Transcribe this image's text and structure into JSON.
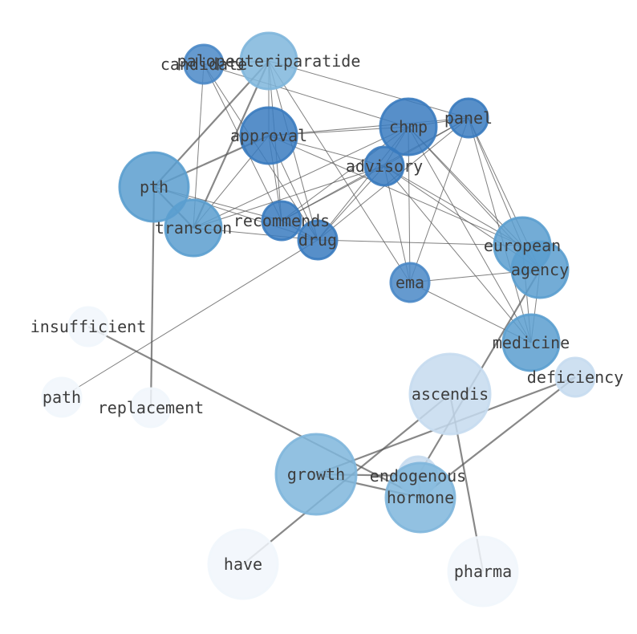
{
  "nodes": [
    {
      "id": "candidate",
      "label": "candidate",
      "color": "#4a88c7"
    },
    {
      "id": "palopegteriparatide",
      "label": "palopegteriparatide",
      "color": "#7fb6dc"
    },
    {
      "id": "panel",
      "label": "panel",
      "color": "#3a7bbf"
    },
    {
      "id": "chmp",
      "label": "chmp",
      "color": "#3a7bbf"
    },
    {
      "id": "approval",
      "label": "approval",
      "color": "#3a7bbf"
    },
    {
      "id": "advisory",
      "label": "advisory",
      "color": "#3a7bbf"
    },
    {
      "id": "pth",
      "label": "pth",
      "color": "#5b9ecf"
    },
    {
      "id": "recommends",
      "label": "recommends",
      "color": "#3a7bbf"
    },
    {
      "id": "transcon",
      "label": "transcon",
      "color": "#5b9ecf"
    },
    {
      "id": "drug",
      "label": "drug",
      "color": "#3a7bbf"
    },
    {
      "id": "european",
      "label": "european",
      "color": "#5b9ecf"
    },
    {
      "id": "agency",
      "label": "agency",
      "color": "#5b9ecf"
    },
    {
      "id": "ema",
      "label": "ema",
      "color": "#4a88c7"
    },
    {
      "id": "insufficient",
      "label": "insufficient",
      "color": "#f1f6fc"
    },
    {
      "id": "medicine",
      "label": "medicine",
      "color": "#5b9ecf"
    },
    {
      "id": "deficiency",
      "label": "deficiency",
      "color": "#c6dbef"
    },
    {
      "id": "path",
      "label": "path",
      "color": "#f1f6fc"
    },
    {
      "id": "ascendis",
      "label": "ascendis",
      "color": "#c6dbef"
    },
    {
      "id": "replacement",
      "label": "replacement",
      "color": "#f1f6fc"
    },
    {
      "id": "growth",
      "label": "growth",
      "color": "#7fb6dc"
    },
    {
      "id": "endogenous",
      "label": "endogenous",
      "color": "#c6dbef"
    },
    {
      "id": "hormone",
      "label": "hormone",
      "color": "#7fb6dc"
    },
    {
      "id": "have",
      "label": "have",
      "color": "#f1f6fc"
    },
    {
      "id": "pharma",
      "label": "pharma",
      "color": "#f1f6fc"
    }
  ],
  "edges": [
    [
      "candidate",
      "chmp"
    ],
    [
      "candidate",
      "recommends"
    ],
    [
      "candidate",
      "drug"
    ],
    [
      "candidate",
      "transcon"
    ],
    [
      "candidate",
      "palopegteriparatide"
    ],
    [
      "palopegteriparatide",
      "pth"
    ],
    [
      "palopegteriparatide",
      "transcon"
    ],
    [
      "palopegteriparatide",
      "panel"
    ],
    [
      "palopegteriparatide",
      "approval"
    ],
    [
      "palopegteriparatide",
      "recommends"
    ],
    [
      "palopegteriparatide",
      "drug"
    ],
    [
      "palopegteriparatide",
      "ema"
    ],
    [
      "approval",
      "chmp"
    ],
    [
      "approval",
      "panel"
    ],
    [
      "approval",
      "advisory"
    ],
    [
      "approval",
      "recommends"
    ],
    [
      "approval",
      "drug"
    ],
    [
      "approval",
      "pth"
    ],
    [
      "approval",
      "transcon"
    ],
    [
      "approval",
      "european"
    ],
    [
      "chmp",
      "advisory"
    ],
    [
      "chmp",
      "panel"
    ],
    [
      "chmp",
      "recommends"
    ],
    [
      "chmp",
      "drug"
    ],
    [
      "chmp",
      "european"
    ],
    [
      "chmp",
      "agency"
    ],
    [
      "chmp",
      "ema"
    ],
    [
      "chmp",
      "medicine"
    ],
    [
      "chmp",
      "transcon"
    ],
    [
      "panel",
      "advisory"
    ],
    [
      "panel",
      "recommends"
    ],
    [
      "panel",
      "drug"
    ],
    [
      "panel",
      "european"
    ],
    [
      "panel",
      "agency"
    ],
    [
      "panel",
      "medicine"
    ],
    [
      "panel",
      "ema"
    ],
    [
      "advisory",
      "recommends"
    ],
    [
      "advisory",
      "drug"
    ],
    [
      "advisory",
      "european"
    ],
    [
      "advisory",
      "agency"
    ],
    [
      "advisory",
      "medicine"
    ],
    [
      "advisory",
      "ema"
    ],
    [
      "advisory",
      "transcon"
    ],
    [
      "pth",
      "transcon"
    ],
    [
      "pth",
      "recommends"
    ],
    [
      "pth",
      "drug"
    ],
    [
      "pth",
      "replacement"
    ],
    [
      "recommends",
      "drug"
    ],
    [
      "transcon",
      "drug"
    ],
    [
      "drug",
      "european"
    ],
    [
      "drug",
      "path"
    ],
    [
      "european",
      "agency"
    ],
    [
      "european",
      "medicine"
    ],
    [
      "agency",
      "medicine"
    ],
    [
      "ema",
      "agency"
    ],
    [
      "ema",
      "medicine"
    ],
    [
      "insufficient",
      "hormone"
    ],
    [
      "growth",
      "hormone"
    ],
    [
      "growth",
      "deficiency"
    ],
    [
      "growth",
      "endogenous"
    ],
    [
      "deficiency",
      "hormone"
    ],
    [
      "ascendis",
      "pharma"
    ],
    [
      "endogenous",
      "agency"
    ],
    [
      "have",
      "ascendis"
    ],
    [
      "endogenous",
      "hormone"
    ]
  ]
}
